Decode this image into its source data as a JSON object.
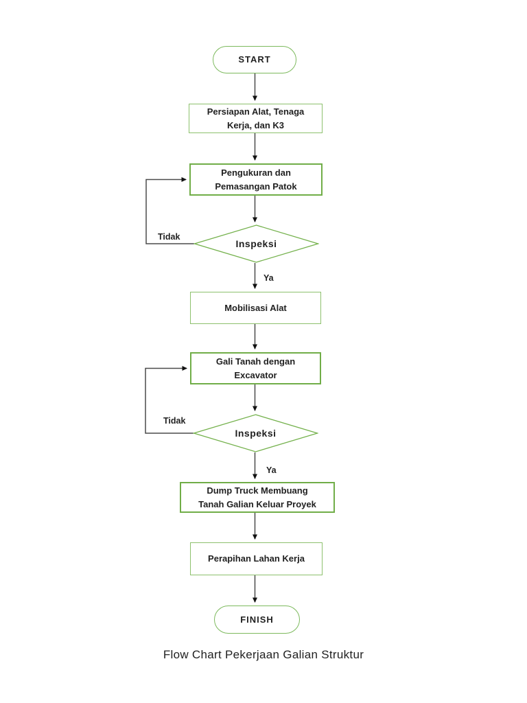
{
  "page": {
    "caption": "Flow Chart Pekerjaan Galian Struktur",
    "background_color": "#ffffff"
  },
  "colors": {
    "shape_border_green_thick": "#70ad47",
    "shape_border_green_thin": "#8cc06c",
    "terminator_border_green": "#7cb95c",
    "connector_line": "#4a4a4a",
    "arrowhead": "#111111",
    "text": "#212121"
  },
  "flowchart": {
    "nodes": [
      {
        "id": "start",
        "type": "terminator",
        "label": "START"
      },
      {
        "id": "persiapan",
        "type": "process",
        "label": "Persiapan Alat, Tenaga\nKerja, dan K3"
      },
      {
        "id": "pengukuran",
        "type": "process",
        "label": "Pengukuran dan\nPemasangan Patok"
      },
      {
        "id": "inspeksi1",
        "type": "decision",
        "label": "Inspeksi"
      },
      {
        "id": "mobilisasi",
        "type": "process",
        "label": "Mobilisasi Alat"
      },
      {
        "id": "gali",
        "type": "process",
        "label": "Gali Tanah dengan\nExcavator"
      },
      {
        "id": "inspeksi2",
        "type": "decision",
        "label": "Inspeksi"
      },
      {
        "id": "dumptruck",
        "type": "process",
        "label": "Dump Truck Membuang\nTanah Galian Keluar Proyek"
      },
      {
        "id": "perapihan",
        "type": "process",
        "label": "Perapihan Lahan Kerja"
      },
      {
        "id": "finish",
        "type": "terminator",
        "label": "FINISH"
      }
    ],
    "edge_labels": {
      "tidak1": "Tidak",
      "ya1": "Ya",
      "tidak2": "Tidak",
      "ya2": "Ya"
    }
  }
}
